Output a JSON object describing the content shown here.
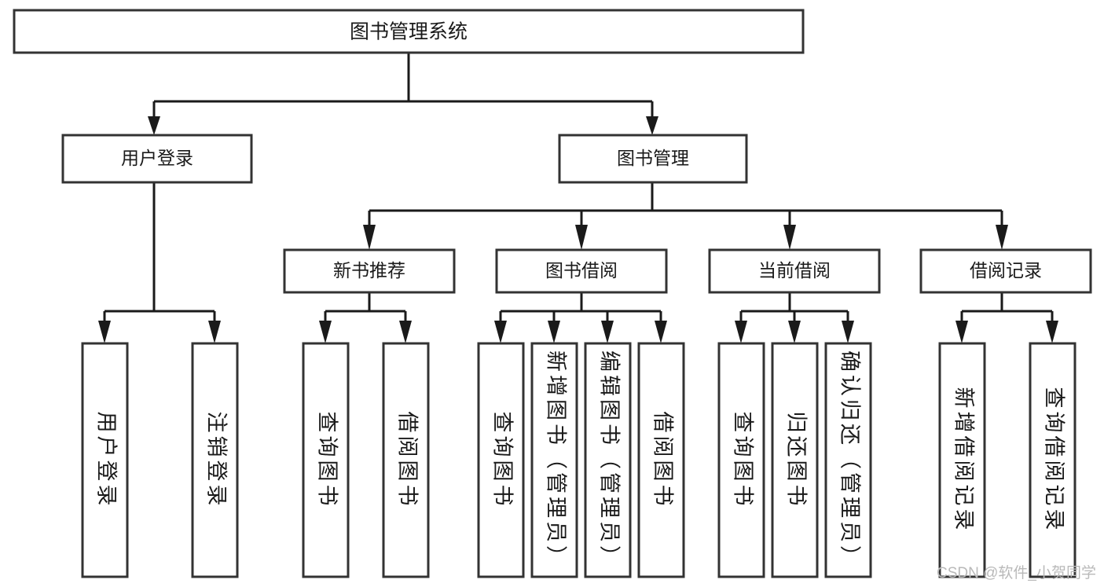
{
  "diagram": {
    "title": "图书管理系统",
    "type": "tree-hierarchy",
    "watermark": "CSDN @软件_小贺同学",
    "colors": {
      "box_stroke": "#333333",
      "box_fill": "#ffffff",
      "connector": "#1a1a1a",
      "text": "#1a1a1a",
      "watermark": "#b9b9b9",
      "background": "#ffffff"
    },
    "root": {
      "label": "图书管理系统"
    },
    "level2": [
      {
        "label": "用户登录"
      },
      {
        "label": "图书管理"
      }
    ],
    "level3": [
      {
        "label": "新书推荐"
      },
      {
        "label": "图书借阅"
      },
      {
        "label": "当前借阅"
      },
      {
        "label": "借阅记录"
      }
    ],
    "leaves": {
      "user_login": [
        {
          "label": "用户登录"
        },
        {
          "label": "注销登录"
        }
      ],
      "new_book_recommend": [
        {
          "label": "查询图书"
        },
        {
          "label": "借阅图书"
        }
      ],
      "book_borrow": [
        {
          "label": "查询图书"
        },
        {
          "label": "新增图书（管理员）"
        },
        {
          "label": "编辑图书（管理员）"
        },
        {
          "label": "借阅图书"
        }
      ],
      "current_borrow": [
        {
          "label": "查询图书"
        },
        {
          "label": "归还图书"
        },
        {
          "label": "确认归还（管理员）"
        }
      ],
      "borrow_record": [
        {
          "label": "新增借阅记录"
        },
        {
          "label": "查询借阅记录"
        }
      ]
    }
  }
}
